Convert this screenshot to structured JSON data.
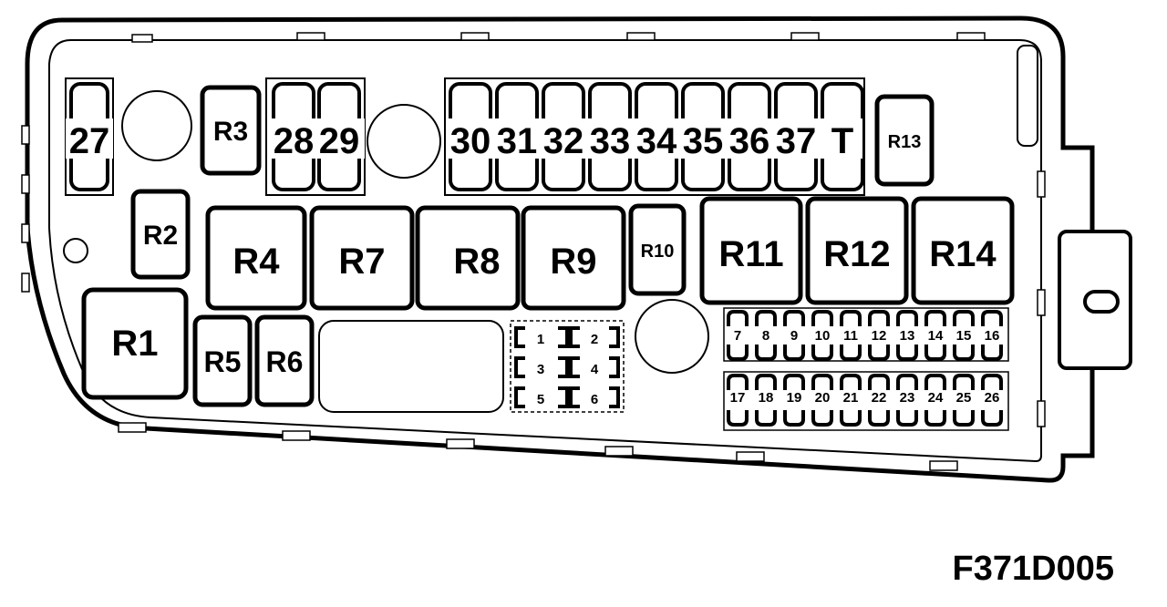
{
  "diagram": {
    "code": "F371D005",
    "large_fuses": {
      "f27": "27",
      "f28": "28",
      "f29": "29",
      "f30": "30",
      "f31": "31",
      "f32": "32",
      "f33": "33",
      "f34": "34",
      "f35": "35",
      "f36": "36",
      "f37": "37",
      "fT": "T"
    },
    "relays": {
      "r1": "R1",
      "r2": "R2",
      "r3": "R3",
      "r4": "R4",
      "r5": "R5",
      "r6": "R6",
      "r7": "R7",
      "r8": "R8",
      "r9": "R9",
      "r10": "R10",
      "r11": "R11",
      "r12": "R12",
      "r13": "R13",
      "r14": "R14"
    },
    "small_fuses": {
      "f1": "1",
      "f2": "2",
      "f3": "3",
      "f4": "4",
      "f5": "5",
      "f6": "6"
    },
    "mini_fuses_top": [
      "7",
      "8",
      "9",
      "10",
      "11",
      "12",
      "13",
      "14",
      "15",
      "16"
    ],
    "mini_fuses_bottom": [
      "17",
      "18",
      "19",
      "20",
      "21",
      "22",
      "23",
      "24",
      "25",
      "26"
    ]
  }
}
